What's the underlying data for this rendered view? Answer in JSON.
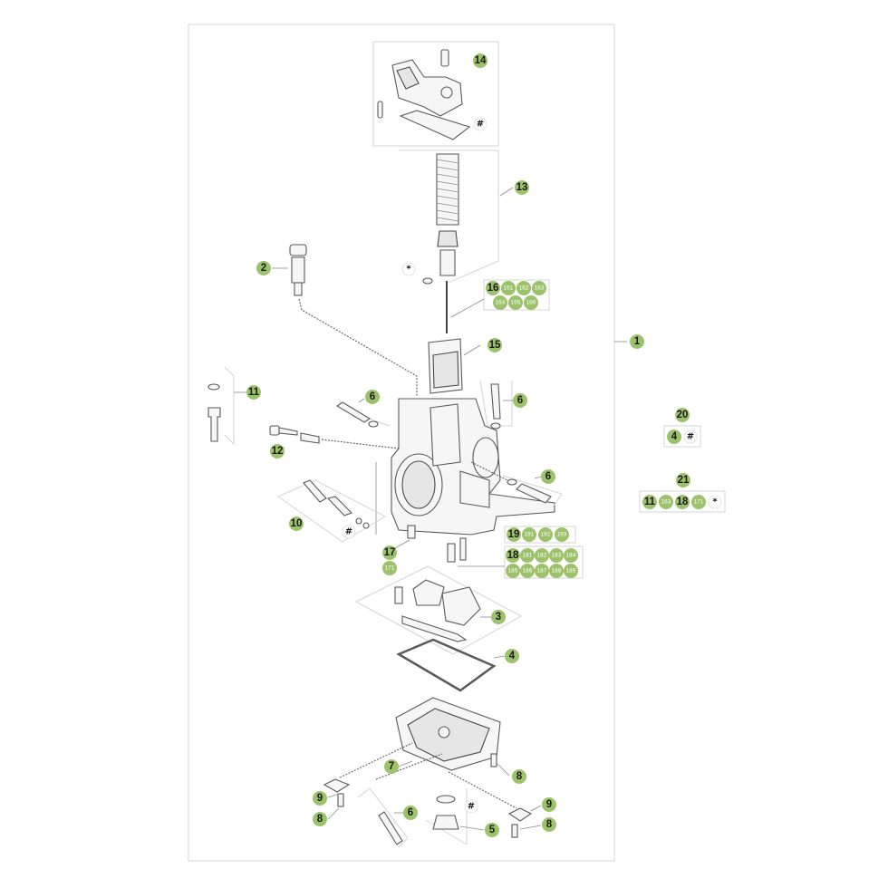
{
  "callouts": {
    "c1": "1",
    "c2": "2",
    "c3": "3",
    "c4": "4",
    "c5": "5",
    "c6a": "6",
    "c6b": "6",
    "c6c": "6",
    "c6d": "6",
    "c7": "7",
    "c8a": "8",
    "c8b": "8",
    "c8c": "8",
    "c9a": "9",
    "c9b": "9",
    "c10": "10",
    "c11": "11",
    "c12": "12",
    "c13": "13",
    "c14": "14",
    "c15": "15",
    "c17": "17",
    "c171": "171"
  },
  "group16": {
    "main": "16",
    "items": [
      "161",
      "162",
      "163",
      "164",
      "165",
      "166"
    ]
  },
  "group19": {
    "main": "19",
    "items": [
      "191",
      "192",
      "193"
    ]
  },
  "group18": {
    "main": "18",
    "items": [
      "181",
      "182",
      "183",
      "184",
      "185",
      "186",
      "187",
      "188",
      "189"
    ]
  },
  "kit20": {
    "title": "20",
    "items": [
      "4"
    ],
    "mark": "#"
  },
  "kit21": {
    "title": "21",
    "items": [
      "11",
      "163",
      "18",
      "171"
    ],
    "mark": "*"
  },
  "marks": {
    "hash": "#",
    "star": "*"
  },
  "colors": {
    "callout": "#9cc26b",
    "line": "#8a8a8a",
    "frame": "#d4d4d4"
  }
}
